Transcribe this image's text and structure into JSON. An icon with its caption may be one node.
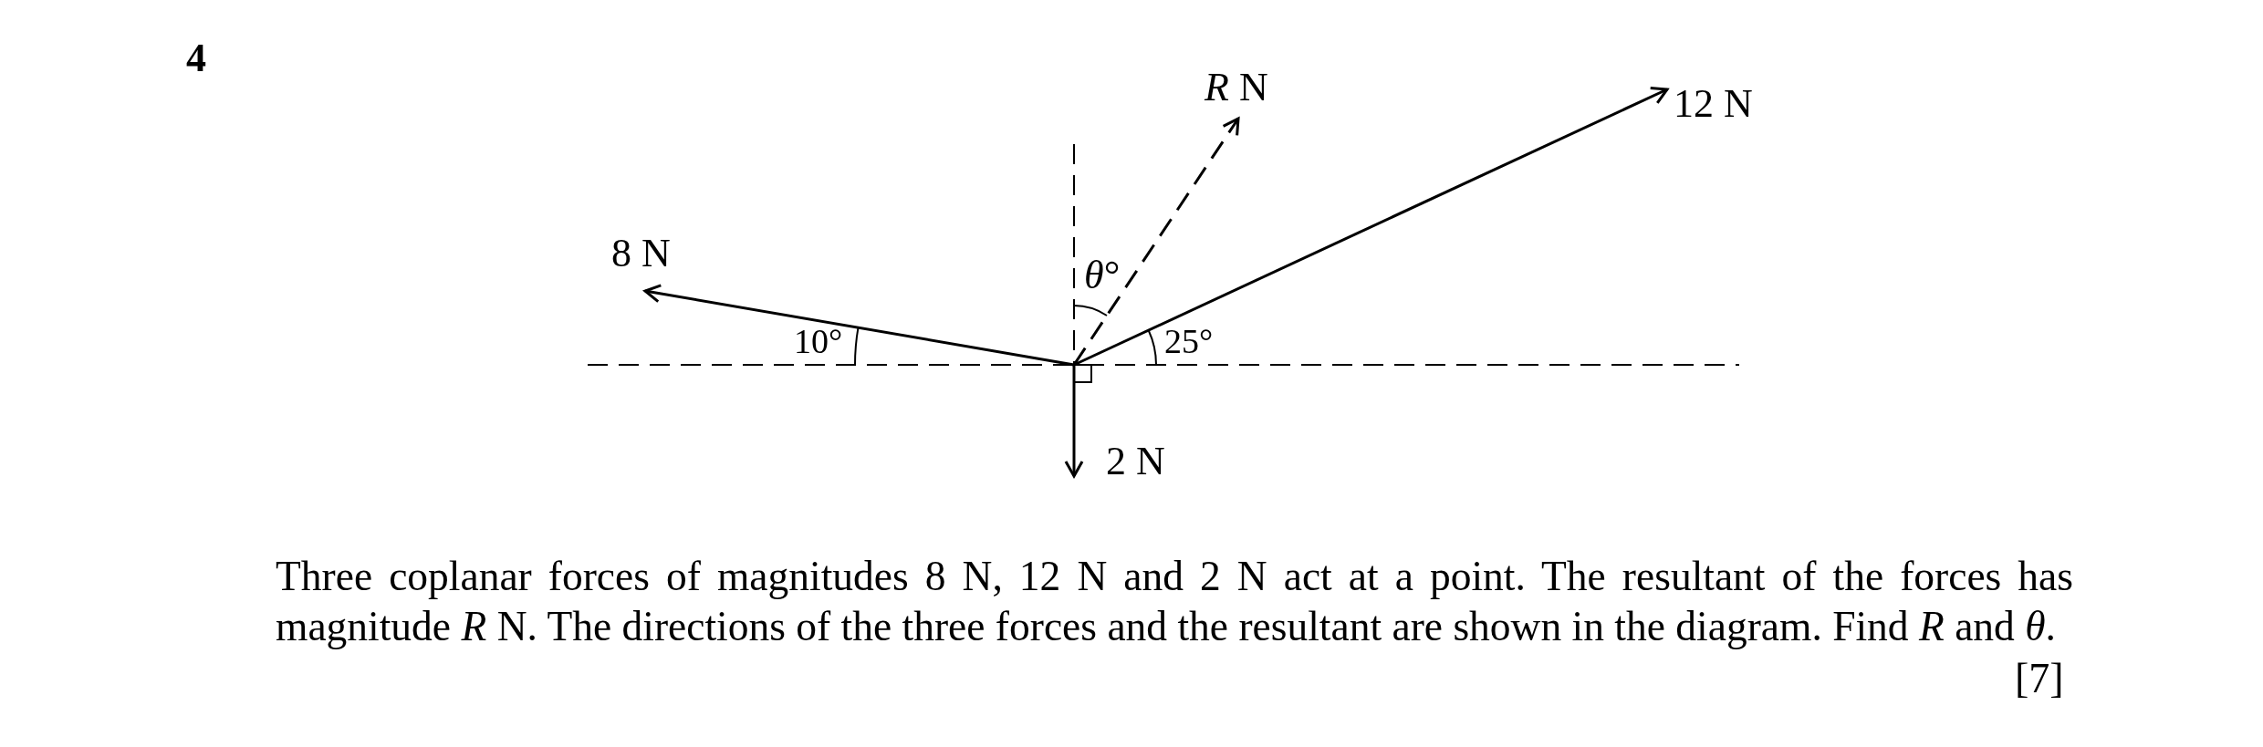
{
  "diagram": {
    "labels": [
      "4",
      "*R* N",
      "12 N",
      "8 N",
      "*θ*°",
      "10°",
      "25°",
      "2 N",
      "Three coplanar forces of magnitudes 8 N, 12 N and 2 N act at a point. The resultant of the forces has magnitude *R* N. The directions of the three forces and the resultant are shown in the diagram. Find *R* and *θ*.",
      "[7]"
    ]
  }
}
